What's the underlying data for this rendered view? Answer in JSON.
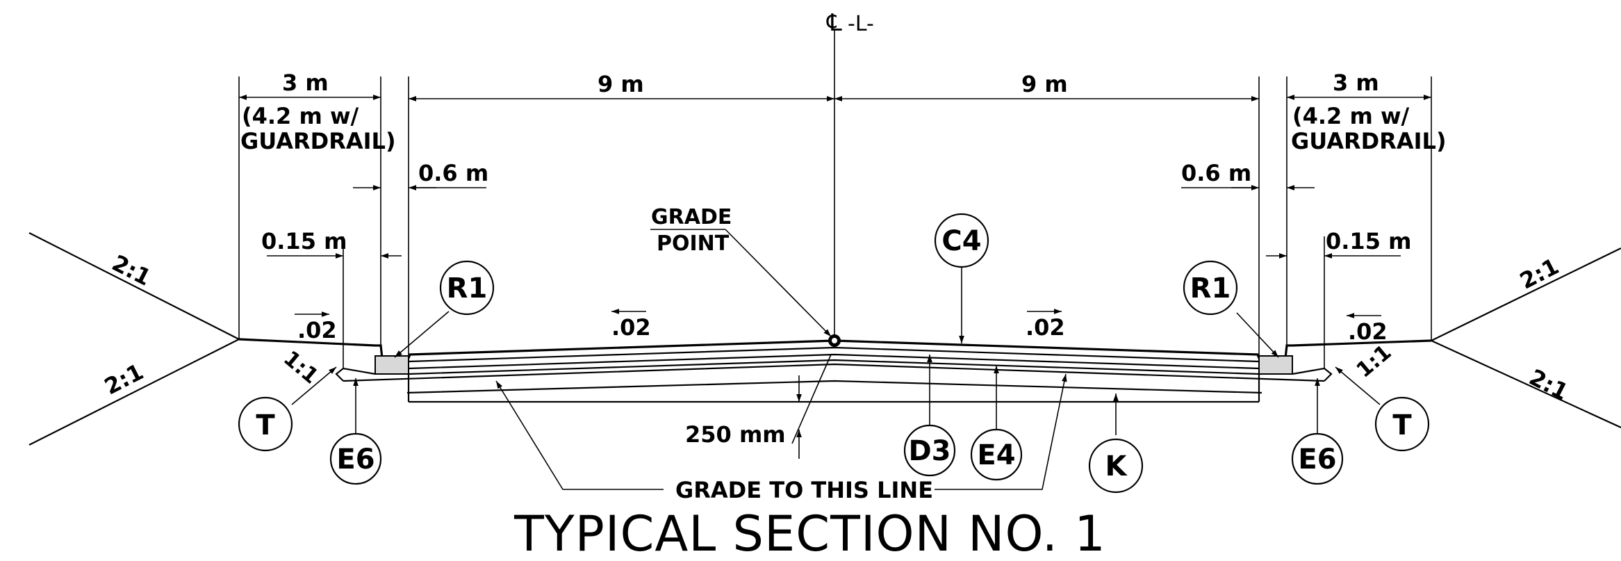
{
  "centerline": {
    "symbol": "℄",
    "label": "-L-"
  },
  "dimensions": {
    "left_shoulder": "3 m",
    "left_shoulder_guardrail_1": "(4.2  m  w/",
    "left_shoulder_guardrail_2": "GUARDRAIL)",
    "left_lane": "9  m",
    "right_lane": "9  m",
    "right_shoulder": "3  m",
    "right_shoulder_guardrail_1": "(4.2  m  w/",
    "right_shoulder_guardrail_2": "GUARDRAIL)",
    "left_offset_06": "0.6  m",
    "right_offset_06": "0.6  m",
    "left_offset_015": "0.15  m",
    "right_offset_015": "0.15  m",
    "depth": "250  mm"
  },
  "slopes": {
    "left_top": "2:1",
    "left_bottom": "2:1",
    "right_top": "2:1",
    "right_bottom": "2:1",
    "left_ditch": "1:1",
    "right_ditch": "1:1",
    "left_shoulder_cross": ".02",
    "left_lane_cross": ".02",
    "right_lane_cross": ".02",
    "right_shoulder_cross": ".02"
  },
  "annotations": {
    "grade_point_1": "GRADE",
    "grade_point_2": "POINT",
    "grade_line": "GRADE TO  THIS LINE"
  },
  "callouts": {
    "left_t": "T",
    "left_e6": "E6",
    "left_r1": "R1",
    "c4": "C4",
    "d3": "D3",
    "e4": "E4",
    "k": "K",
    "right_r1": "R1",
    "right_e6": "E6",
    "right_t": "T"
  },
  "title": "TYPICAL SECTION  NO. 1"
}
